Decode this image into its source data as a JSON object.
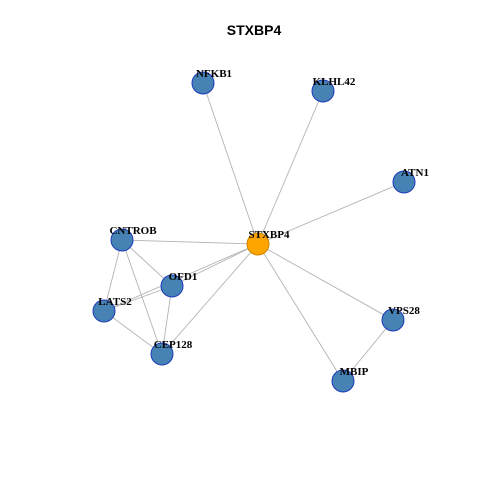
{
  "title": "STXBP4",
  "colors": {
    "center_node_fill": "#ffa500",
    "center_node_stroke": "#cc8400",
    "node_fill": "#4682b4",
    "node_stroke": "#1c39bb",
    "edge": "#b3b3b3"
  },
  "network": {
    "center": "STXBP4",
    "nodes": [
      {
        "id": "STXBP4",
        "label": "STXBP4",
        "role": "query"
      },
      {
        "id": "NFKB1",
        "label": "NFKB1",
        "role": "interactor"
      },
      {
        "id": "KLHL42",
        "label": "KLHL42",
        "role": "interactor"
      },
      {
        "id": "ATN1",
        "label": "ATN1",
        "role": "interactor"
      },
      {
        "id": "CNTROB",
        "label": "CNTROB",
        "role": "interactor"
      },
      {
        "id": "OFD1",
        "label": "OFD1",
        "role": "interactor"
      },
      {
        "id": "LATS2",
        "label": "LATS2",
        "role": "interactor"
      },
      {
        "id": "CEP128",
        "label": "CEP128",
        "role": "interactor"
      },
      {
        "id": "VPS28",
        "label": "VPS28",
        "role": "interactor"
      },
      {
        "id": "MBIP",
        "label": "MBIP",
        "role": "interactor"
      }
    ],
    "edges": [
      [
        "STXBP4",
        "NFKB1"
      ],
      [
        "STXBP4",
        "KLHL42"
      ],
      [
        "STXBP4",
        "ATN1"
      ],
      [
        "STXBP4",
        "CNTROB"
      ],
      [
        "STXBP4",
        "OFD1"
      ],
      [
        "STXBP4",
        "LATS2"
      ],
      [
        "STXBP4",
        "CEP128"
      ],
      [
        "STXBP4",
        "VPS28"
      ],
      [
        "STXBP4",
        "MBIP"
      ],
      [
        "CNTROB",
        "OFD1"
      ],
      [
        "CNTROB",
        "LATS2"
      ],
      [
        "CNTROB",
        "CEP128"
      ],
      [
        "OFD1",
        "LATS2"
      ],
      [
        "OFD1",
        "CEP128"
      ],
      [
        "LATS2",
        "CEP128"
      ],
      [
        "VPS28",
        "MBIP"
      ]
    ]
  }
}
